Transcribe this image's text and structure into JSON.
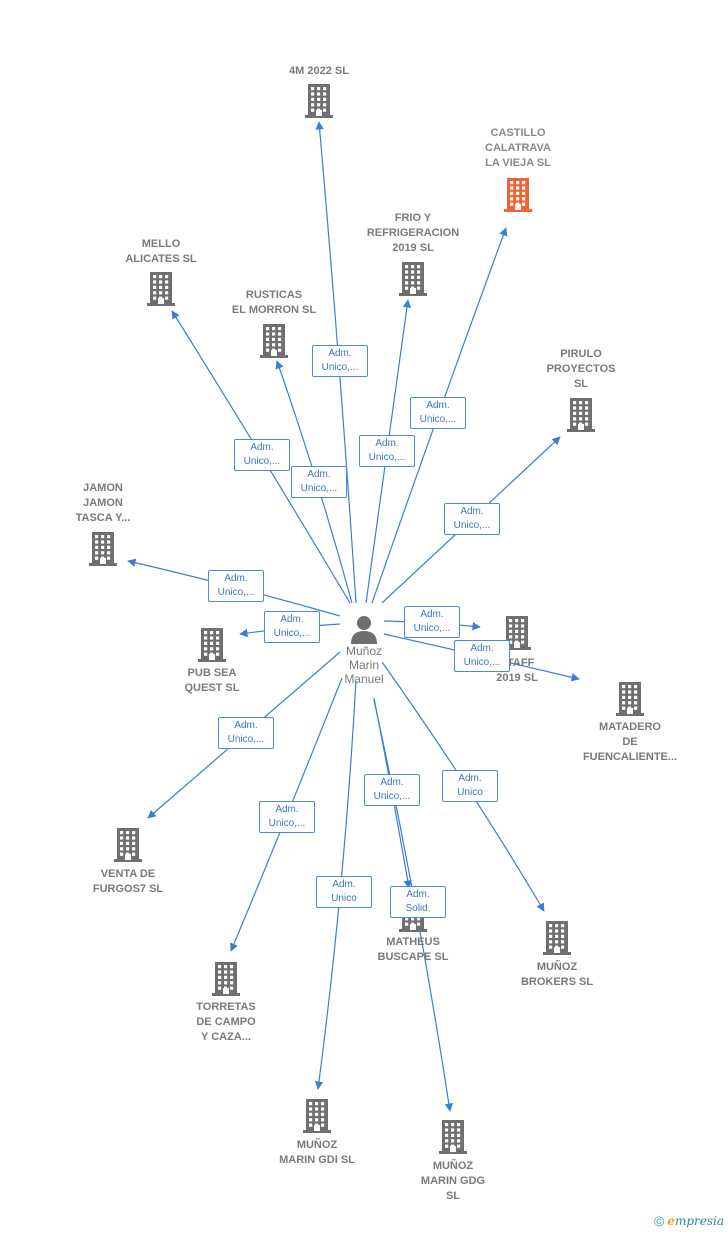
{
  "center": {
    "label_lines": [
      "Muñoz",
      "Marin",
      "Manuel"
    ]
  },
  "companies": [
    {
      "id": "4m2022",
      "lines": [
        "4M 2022  SL"
      ],
      "highlight": false
    },
    {
      "id": "castillo",
      "lines": [
        "CASTILLO",
        "CALATRAVA",
        "LA VIEJA  SL"
      ],
      "highlight": true
    },
    {
      "id": "frio",
      "lines": [
        "FRIO Y",
        "REFRIGERACION",
        "2019  SL"
      ],
      "highlight": false
    },
    {
      "id": "mello",
      "lines": [
        "MELLO",
        "ALICATES  SL"
      ],
      "highlight": false
    },
    {
      "id": "rusticas",
      "lines": [
        "RUSTICAS",
        "EL MORRON SL"
      ],
      "highlight": false
    },
    {
      "id": "pirulo",
      "lines": [
        "PIRULO",
        "PROYECTOS",
        "SL"
      ],
      "highlight": false
    },
    {
      "id": "jamon",
      "lines": [
        "JAMON",
        "JAMON",
        "TASCA Y..."
      ],
      "highlight": false
    },
    {
      "id": "pubsea",
      "lines": [
        "PUB SEA",
        "QUEST  SL"
      ],
      "highlight": false
    },
    {
      "id": "staff",
      "lines": [
        "STAFF",
        "2019  SL"
      ],
      "highlight": false
    },
    {
      "id": "matadero",
      "lines": [
        "MATADERO",
        "DE",
        "FUENCALIENTE..."
      ],
      "highlight": false
    },
    {
      "id": "venta",
      "lines": [
        "VENTA DE",
        "FURGOS7  SL"
      ],
      "highlight": false
    },
    {
      "id": "torretas",
      "lines": [
        "TORRETAS",
        "DE CAMPO",
        "Y CAZA..."
      ],
      "highlight": false
    },
    {
      "id": "matheus",
      "lines": [
        "MATHEUS",
        "BUSCAPE  SL"
      ],
      "highlight": false
    },
    {
      "id": "munozbrokers",
      "lines": [
        "MUÑOZ",
        "BROKERS  SL"
      ],
      "highlight": false
    },
    {
      "id": "munozgdi",
      "lines": [
        "MUÑOZ",
        "MARIN GDI SL"
      ],
      "highlight": false
    },
    {
      "id": "munozgdg",
      "lines": [
        "MUÑOZ",
        "MARIN GDG",
        "SL"
      ],
      "highlight": false
    }
  ],
  "roles": [
    {
      "to": "4m2022",
      "lines": [
        "Adm.",
        "Unico,..."
      ]
    },
    {
      "to": "castillo",
      "lines": [
        "Adm.",
        "Unico,..."
      ]
    },
    {
      "to": "frio",
      "lines": [
        "Adm.",
        "Unico,..."
      ]
    },
    {
      "to": "mello",
      "lines": [
        "Adm.",
        "Unico,..."
      ]
    },
    {
      "to": "rusticas",
      "lines": [
        "Adm.",
        "Unico,..."
      ]
    },
    {
      "to": "pirulo",
      "lines": [
        "Adm.",
        "Unico,..."
      ]
    },
    {
      "to": "jamon",
      "lines": [
        "Adm.",
        "Unico,..."
      ]
    },
    {
      "to": "pubsea",
      "lines": [
        "Adm.",
        "Unico,..."
      ]
    },
    {
      "to": "staff",
      "lines": [
        "Adm.",
        "Unico,..."
      ]
    },
    {
      "to": "matadero",
      "lines": [
        "Adm.",
        "Unico,..."
      ]
    },
    {
      "to": "venta",
      "lines": [
        "Adm.",
        "Unico,..."
      ]
    },
    {
      "to": "torretas",
      "lines": [
        "Adm.",
        "Unico,..."
      ]
    },
    {
      "to": "matheus",
      "lines": [
        "Adm.",
        "Unico,..."
      ]
    },
    {
      "to": "munozbrokers",
      "lines": [
        "Adm.",
        "Unico"
      ]
    },
    {
      "to": "munozgdi",
      "lines": [
        "Adm.",
        "Unico"
      ]
    },
    {
      "to": "munozgdg",
      "lines": [
        "Adm.",
        "Solid."
      ]
    }
  ],
  "footer": {
    "copyright_symbol": "©",
    "brand_initial": "e",
    "brand_rest": "mpresia"
  },
  "colors": {
    "edge": "#3a7fd5",
    "building": "#6f6f6f",
    "building_highlight": "#f26334",
    "person": "#6f6f6f"
  }
}
